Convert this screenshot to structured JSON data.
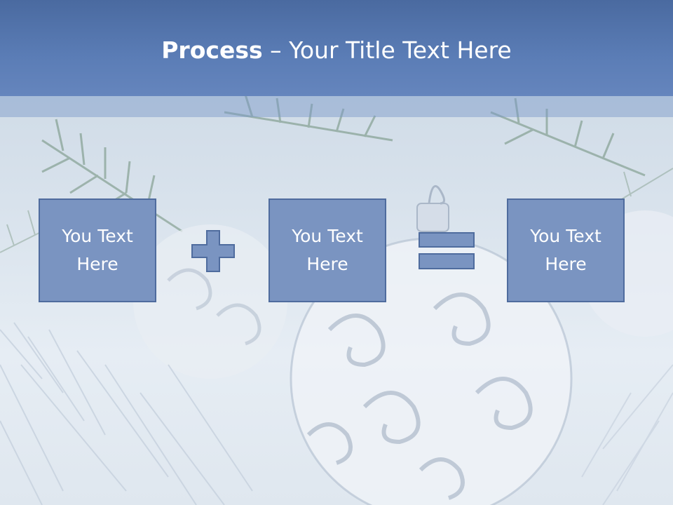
{
  "title": {
    "bold": "Process",
    "rest": " – Your Title Text Here"
  },
  "boxes": [
    {
      "label": "You Text Here"
    },
    {
      "label": "You Text Here"
    },
    {
      "label": "You Text Here"
    }
  ],
  "operators": [
    "plus",
    "equals"
  ],
  "colors": {
    "title_bar": "#5b7db6",
    "box_fill": "#7a94c1",
    "box_border": "#4f6c9e",
    "text": "#ffffff"
  }
}
